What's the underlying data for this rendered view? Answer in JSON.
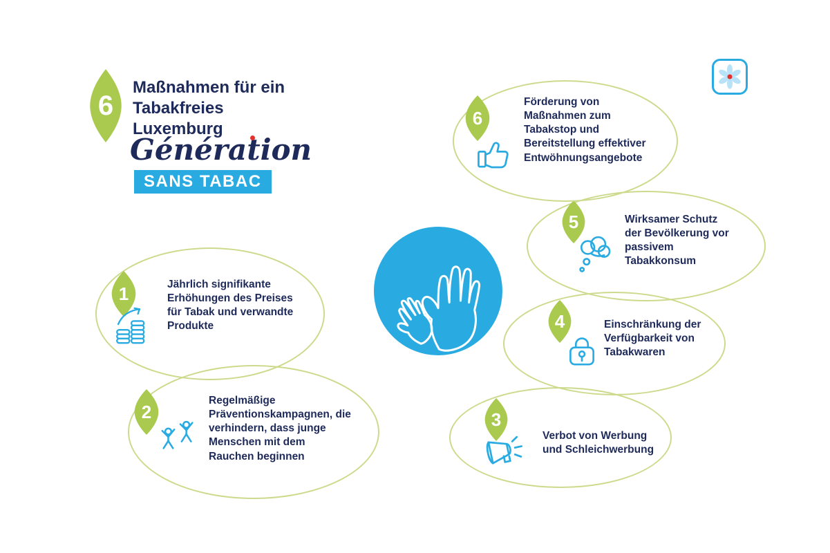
{
  "header": {
    "number": "6",
    "title": "Maßnahmen für ein Tabakfreies Luxemburg"
  },
  "logo": {
    "line1": "Génération",
    "line2": "SANS TABAC"
  },
  "colors": {
    "navy": "#1e2a5a",
    "blue": "#29abe2",
    "leaf_green": "#a9ca4f",
    "ellipse_green": "#ccda8c",
    "red": "#e5312b",
    "white": "#ffffff"
  },
  "center": {
    "icon": "hands-adult-child-icon"
  },
  "corner_logo": {
    "icon": "flower-logo-icon"
  },
  "measures": [
    {
      "number": "1",
      "icon": "coins-rising-arrow-icon",
      "text": "Jährlich signifikante Erhöhungen des Preises für Tabak und verwandte Produkte"
    },
    {
      "number": "2",
      "icon": "jumping-people-icon",
      "text": "Regelmäßige Präventionskampagnen, die verhindern, dass junge Menschen mit dem Rauchen beginnen"
    },
    {
      "number": "3",
      "icon": "megaphone-icon",
      "text": "Verbot von Werbung und Schleichwerbung"
    },
    {
      "number": "4",
      "icon": "padlock-icon",
      "text": "Einschränkung der Verfügbarkeit von Tabakwaren"
    },
    {
      "number": "5",
      "icon": "smoke-cloud-icon",
      "text": "Wirksamer Schutz der Bevölkerung vor passivem Tabakkonsum"
    },
    {
      "number": "6",
      "icon": "thumbs-up-icon",
      "text": "Förderung von Maßnahmen zum Tabakstop und Bereitstellung effektiver Entwöhnungsangebote"
    }
  ]
}
